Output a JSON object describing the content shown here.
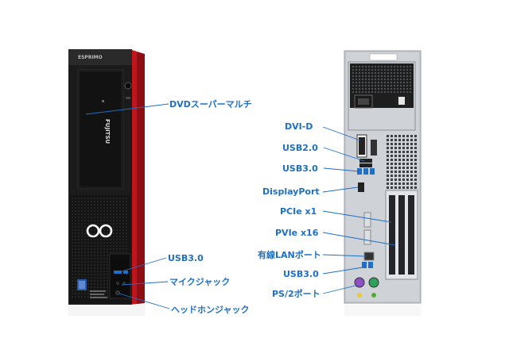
{
  "front": {
    "brand": "ESPRIMO",
    "maker": "FUJITSU",
    "labels": {
      "dvd": "DVDスーパーマルチ",
      "usb30": "USB3.0",
      "mic": "マイクジャック",
      "headphone": "ヘッドホンジャック"
    }
  },
  "back": {
    "labels": {
      "dvi": "DVI-D",
      "usb20": "USB2.0",
      "usb30_top": "USB3.0",
      "displayport": "DisplayPort",
      "pcie_x1": "PCIe x1",
      "pcie_x16": "PVIe x16",
      "lan": "有線LANポート",
      "usb30_bottom": "USB3.0",
      "ps2": "PS/2ポート"
    }
  },
  "colors": {
    "label": "#1e6fc9",
    "front_red": "#c0151b",
    "front_body": "#1a1a1a",
    "back_metal": "#c9ccd0"
  }
}
